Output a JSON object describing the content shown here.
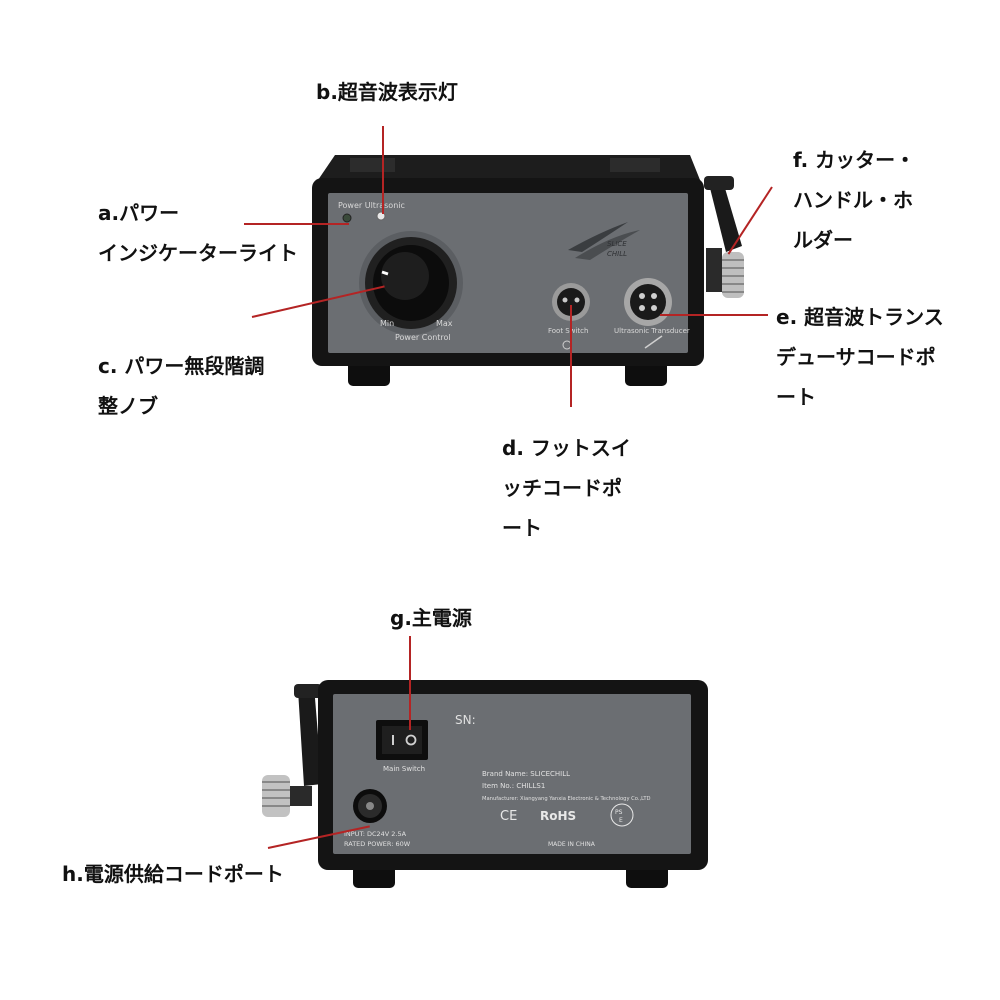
{
  "callouts": {
    "a": {
      "lines": [
        "a.パワー",
        "インジケーターライト"
      ]
    },
    "b": {
      "lines": [
        "b.超音波表示灯"
      ]
    },
    "c": {
      "lines": [
        "c. パワー無段階調",
        "整ノブ"
      ]
    },
    "d": {
      "lines": [
        "d. フットスイ",
        "ッチコードポ",
        "ート"
      ]
    },
    "e": {
      "lines": [
        "e. 超音波トランス",
        "デューサコードポ",
        "ート"
      ]
    },
    "f": {
      "lines": [
        "f. カッター・",
        "ハンドル・ホ",
        "ルダー"
      ]
    },
    "g": {
      "lines": [
        "g.主電源"
      ]
    },
    "h": {
      "lines": [
        "h.電源供給コードポート"
      ]
    }
  },
  "front_panel": {
    "indicator_labels": "Power   Ultrasonic",
    "brand_logo_top": "SLICE",
    "brand_logo_bottom": "CHILL",
    "knob_min": "Min",
    "knob_max": "Max",
    "knob_label": "Power Control",
    "foot_port_label": "Foot Switch",
    "transducer_port_label": "Ultrasonic Transducer"
  },
  "back_panel": {
    "sn": "SN:",
    "switch_label": "Main Switch",
    "brand_name": "Brand Name:  SLICECHILL",
    "item_no": "Item No.:  CHILLS1",
    "manufacturer": "Manufacturer: Xiangyang Yanxia Electronic & Technology Co.,LTD",
    "ce": "CE",
    "rohs": "RoHS",
    "pse_top": "PS",
    "pse_bottom": "E",
    "made_in": "MADE IN CHINA",
    "input": "INPUT: DC24V 2.5A",
    "rated_power": "RATED POWER: 60W"
  },
  "colors": {
    "leader_line": "#b42424",
    "panel_gray": "#6b6e72",
    "body_black": "#141414"
  }
}
